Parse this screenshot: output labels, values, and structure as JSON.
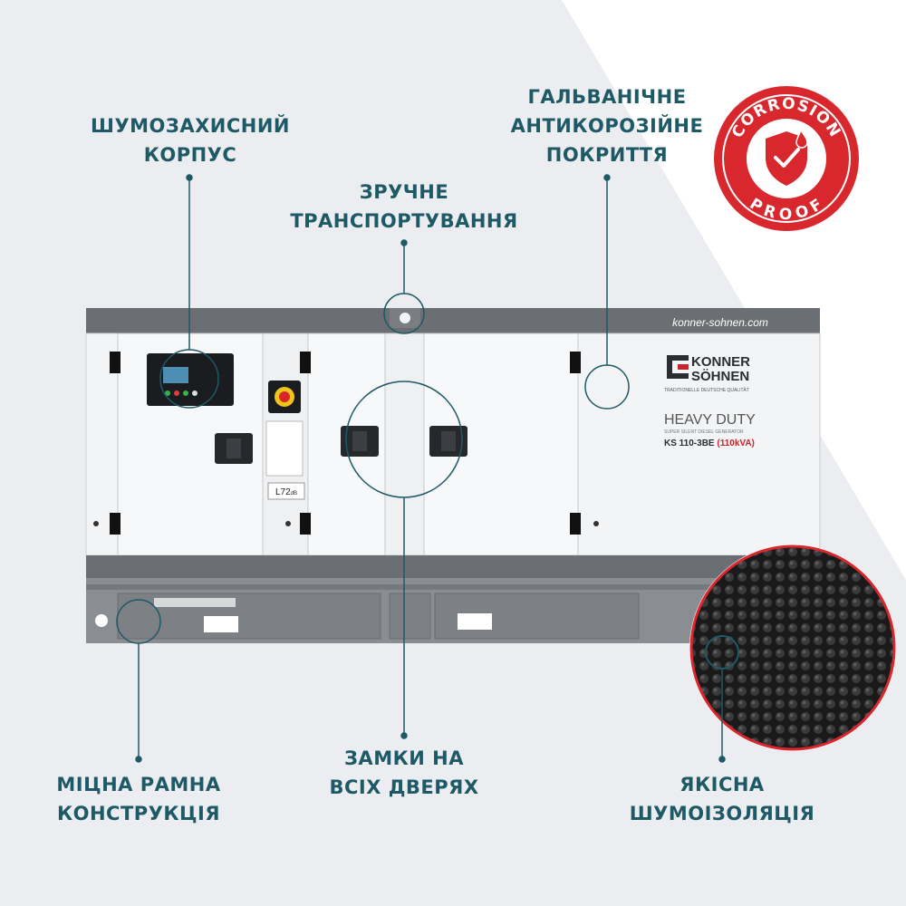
{
  "labels": {
    "noise_housing": "ШУМОЗАХИСНИЙ\nКОРПУС",
    "transport": "ЗРУЧНЕ\nТРАНСПОРТУВАННЯ",
    "coating": "ГАЛЬВАНІЧНЕ\nАНТИКОРОЗІЙНЕ\nПОКРИТТЯ",
    "frame": "МІЦНА РАМНА\nКОНСТРУКЦІЯ",
    "locks": "ЗАМКИ НА\nВСІХ ДВЕРЯХ",
    "insulation": "ЯКІСНА\nШУМОІЗОЛЯЦІЯ"
  },
  "badge": {
    "top_text": "CORROSION",
    "bottom_text": "PROOF",
    "color": "#d8282e"
  },
  "generator": {
    "website": "konner-sohnen.com",
    "brand_line1": "KONNER",
    "brand_line2": "SÖHNEN",
    "brand_tagline": "TRADITIONELLE DEUTSCHE QUALITÄT",
    "series": "HEAVY DUTY",
    "subtitle": "SUPER SILENT DIESEL GENERATOR",
    "model": "KS 110-3BE",
    "power": "(110kVA)",
    "noise_unit": "L",
    "noise_value": "72",
    "noise_db": "dB"
  },
  "colors": {
    "accent": "#1e5a66",
    "background_tint": "#ecedf0",
    "frame": "#6b6e72",
    "panel": "#f3f4f6"
  }
}
